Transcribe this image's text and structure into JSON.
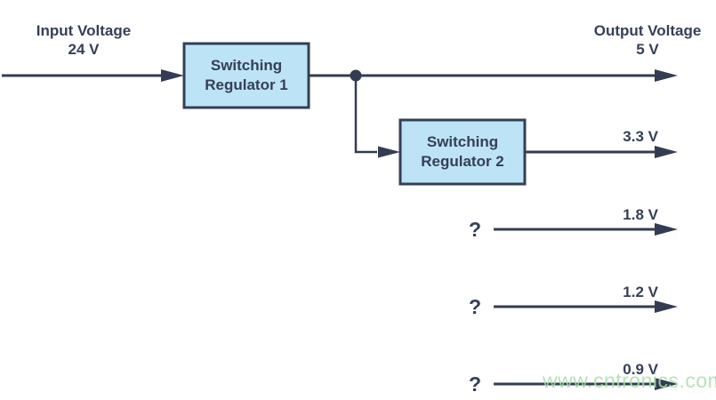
{
  "diagram": {
    "input": {
      "label": "Input Voltage",
      "value": "24 V"
    },
    "output_header": {
      "label": "Output Voltage"
    },
    "regulator1_label": "Switching Regulator 1",
    "regulator2_label": "Switching Regulator 2",
    "outputs": [
      {
        "voltage": "5 V"
      },
      {
        "voltage": "3.3 V"
      },
      {
        "voltage": "1.8 V",
        "source": "?"
      },
      {
        "voltage": "1.2 V",
        "source": "?"
      },
      {
        "voltage": "0.9 V",
        "source": "?"
      }
    ],
    "watermark": "www.cntronics.com",
    "colors": {
      "box_fill": "#BDE3F6",
      "box_border": "#333F54",
      "line": "#333C52",
      "text": "#363F56",
      "watermark": "#A8E0AB"
    }
  }
}
